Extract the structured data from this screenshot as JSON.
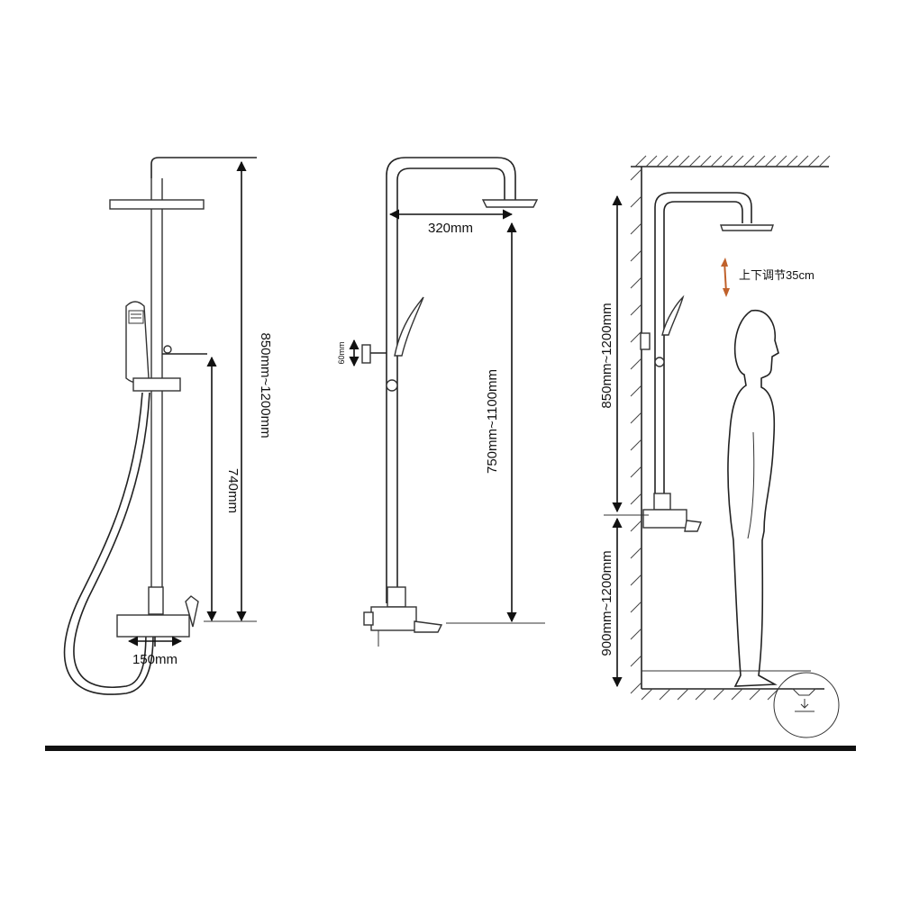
{
  "diagram": {
    "panel_left": {
      "total_height_label": "850mm~1200mm",
      "mixer_height_label": "740mm",
      "mixer_width_label": "150mm"
    },
    "panel_middle": {
      "arm_reach_label": "320mm",
      "height_label": "750mm~1100mm",
      "holder_offset_label": "60mm"
    },
    "panel_right": {
      "adjust_label": "上下调节35cm",
      "upper_height_label": "850mm~1200mm",
      "lower_height_label": "900mm~1200mm"
    },
    "colors": {
      "line": "#222222",
      "accent_arrow": "#c0612b",
      "background": "#ffffff"
    }
  }
}
